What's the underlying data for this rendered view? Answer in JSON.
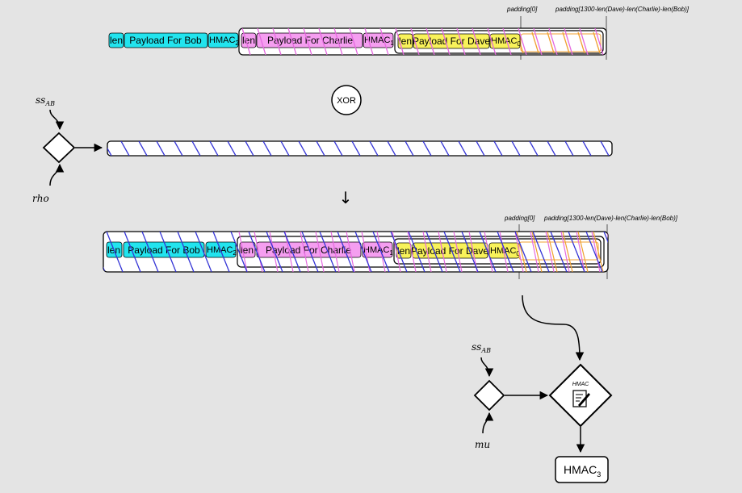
{
  "top_row": {
    "padding_start_label": "padding[0]",
    "padding_len_label": "padding[1300-len(Dave)-len(Charlie)-len(Bob)]",
    "bob": {
      "len": "len",
      "payload": "Payload For Bob",
      "hmac": "HMAC",
      "hmac_sub": "2"
    },
    "charlie": {
      "len": "len",
      "payload": "Payload For Charlie",
      "hmac": "HMAC",
      "hmac_sub": "1"
    },
    "dave": {
      "len": "len",
      "payload": "Payload For Dave",
      "hmac": "HMAC",
      "hmac_sub": "0"
    }
  },
  "xor_label": "XOR",
  "key_left": {
    "ss": "ss",
    "ss_sub": "AB",
    "rho": "rho"
  },
  "result_row": {
    "padding_start_label": "padding[0]",
    "padding_len_label": "padding[1300-len(Dave)-len(Charlie)-len(Bob)]",
    "bob": {
      "len": "len",
      "payload": "Payload For Bob",
      "hmac": "HMAC",
      "hmac_sub": "2"
    },
    "charlie": {
      "len": "len",
      "payload": "Payload For Charlie",
      "hmac": "HMAC",
      "hmac_sub": "1"
    },
    "dave": {
      "len": "len",
      "payload": "Payload For Dave",
      "hmac": "HMAC",
      "hmac_sub": "0"
    }
  },
  "key_right": {
    "ss": "ss",
    "ss_sub": "AB",
    "mu": "mu"
  },
  "hmac_node_label": "HMAC",
  "output": {
    "text": "HMAC",
    "sub": "3"
  },
  "colors": {
    "bob": "#22e4ee",
    "charlie": "#f59ef0",
    "dave": "#f8f25a",
    "stripe_blue": "#3535d6",
    "stripe_pink": "#e56ae0",
    "stripe_orange": "#f0a030"
  }
}
